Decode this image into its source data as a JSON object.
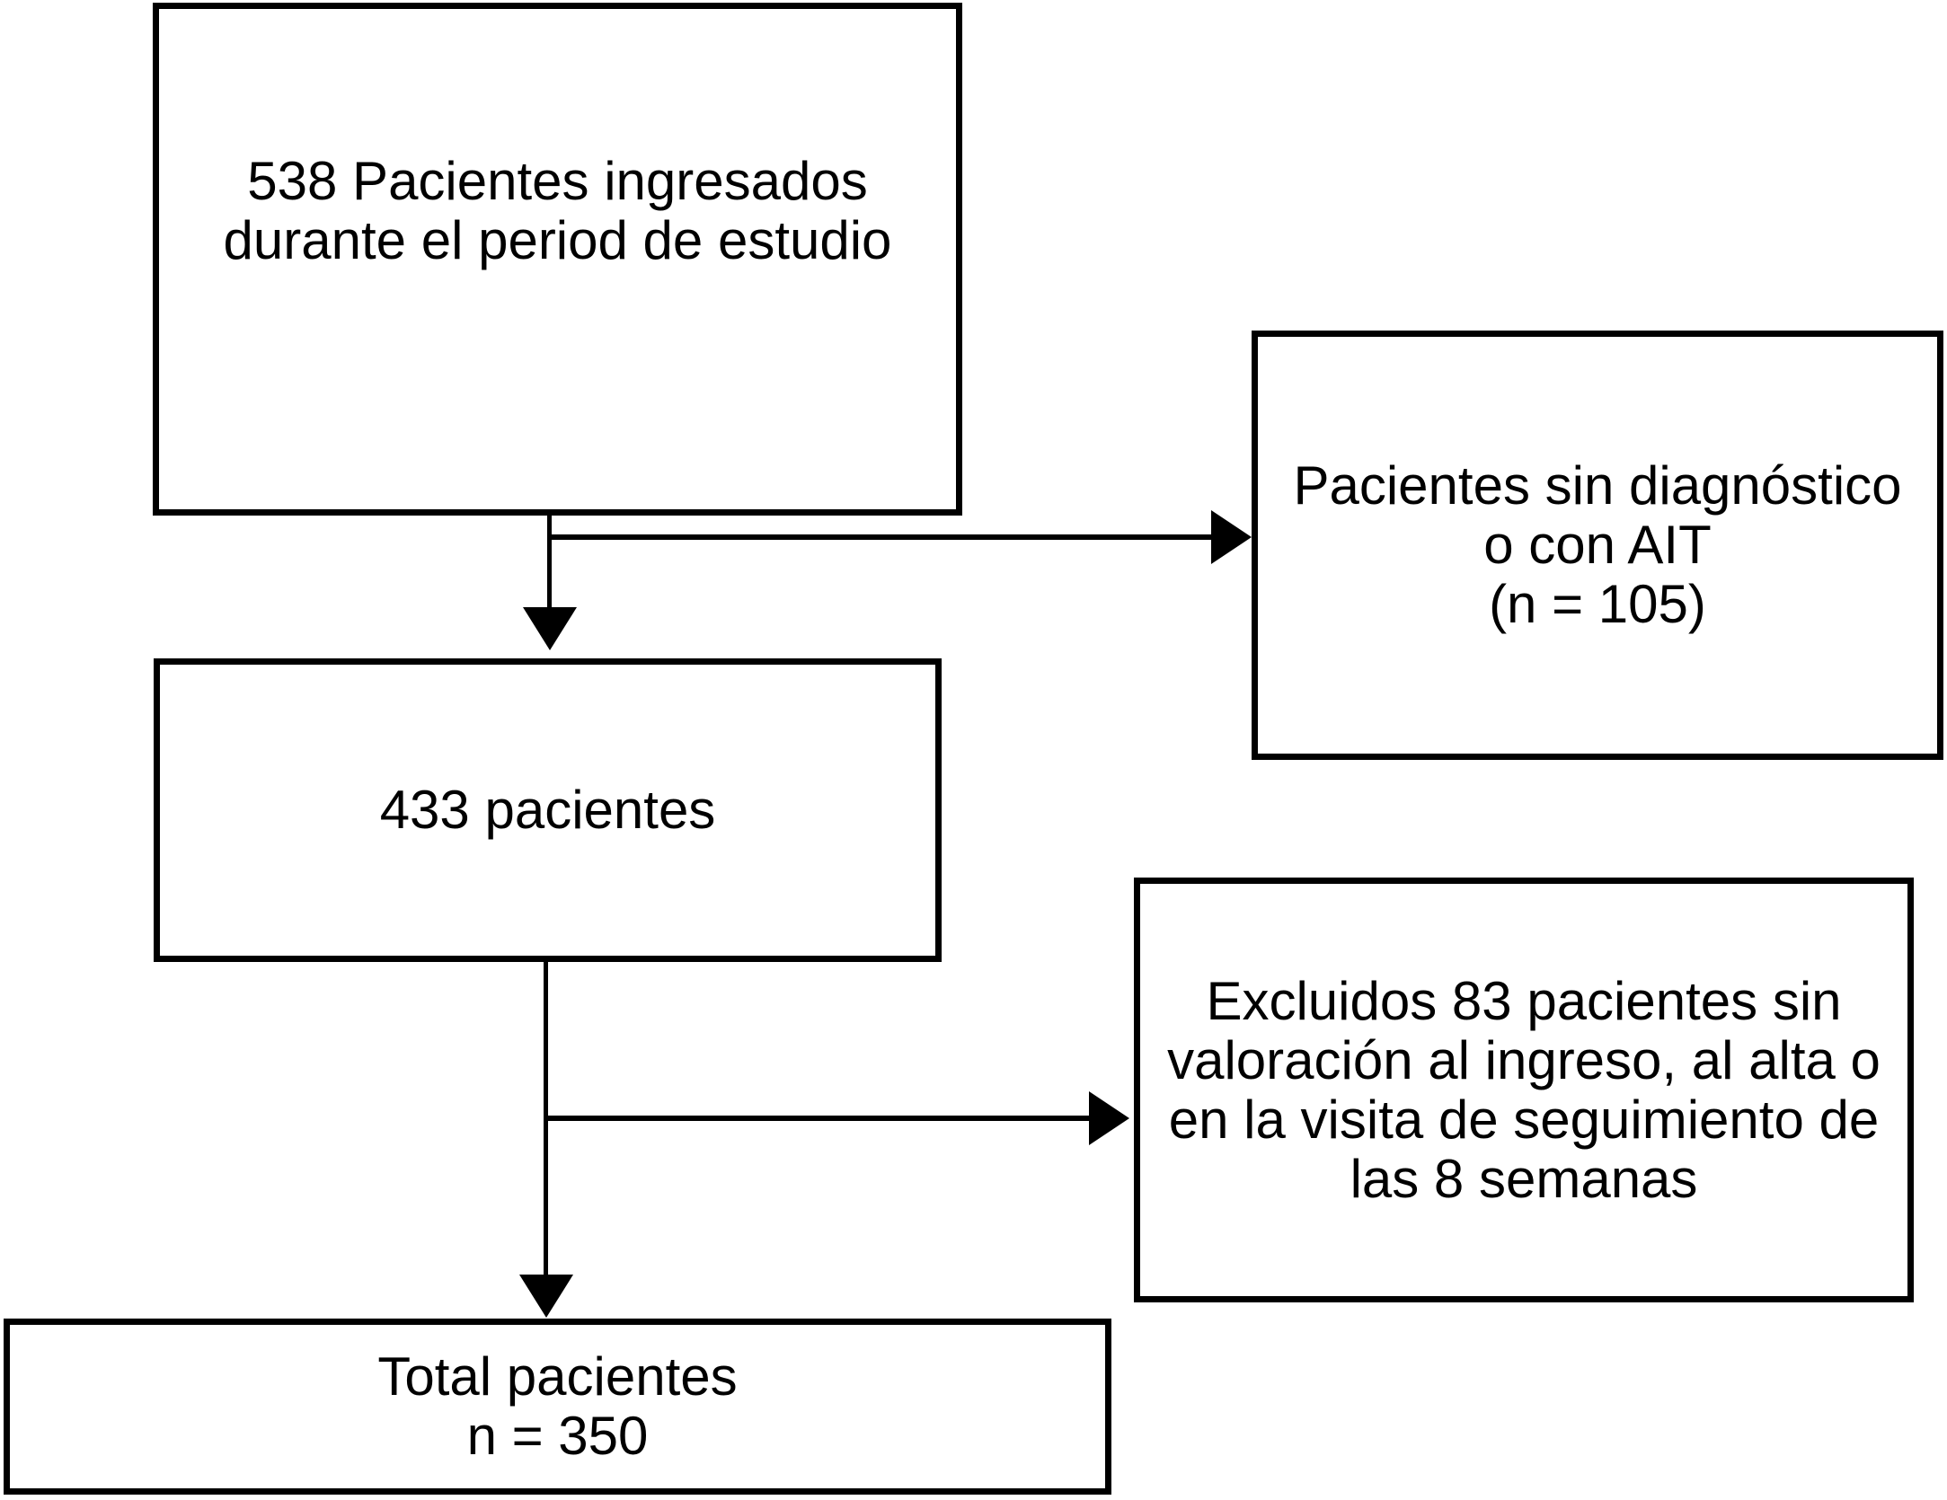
{
  "figure": {
    "type": "patient-flow-diagram",
    "language": "es"
  },
  "colors": {
    "background": "#ffffff",
    "box_border": "#000000",
    "box_fill": "#ffffff",
    "text": "#000000",
    "arrow": "#000000"
  },
  "boxes": [
    {
      "id": "box-538",
      "lines": [
        "538 Pacientes ingresados",
        "durante el period de estudio"
      ]
    },
    {
      "id": "box-sin-diagnostico",
      "lines": [
        "Pacientes sin diagnóstico",
        "o con AIT",
        "(n = 105)"
      ]
    },
    {
      "id": "box-433",
      "lines": [
        "433 pacientes"
      ]
    },
    {
      "id": "box-excluidos",
      "lines": [
        "Excluidos 83 pacientes sin",
        "valoración al ingreso, al alta o",
        "en la visita de seguimiento de",
        "las 8 semanas"
      ]
    },
    {
      "id": "box-total",
      "lines": [
        "Total pacientes",
        "n = 350"
      ]
    }
  ],
  "connectors": [
    {
      "id": "arrow-538-to-433",
      "from": "box-538",
      "to": "box-433",
      "direction": "down"
    },
    {
      "id": "arrow-branch-to-sin-diagnostico",
      "from": "box-538",
      "to": "box-sin-diagnostico",
      "direction": "right"
    },
    {
      "id": "arrow-433-to-total",
      "from": "box-433",
      "to": "box-total",
      "direction": "down"
    },
    {
      "id": "arrow-branch-to-excluidos",
      "from": "box-433",
      "to": "box-excluidos",
      "direction": "right"
    }
  ]
}
